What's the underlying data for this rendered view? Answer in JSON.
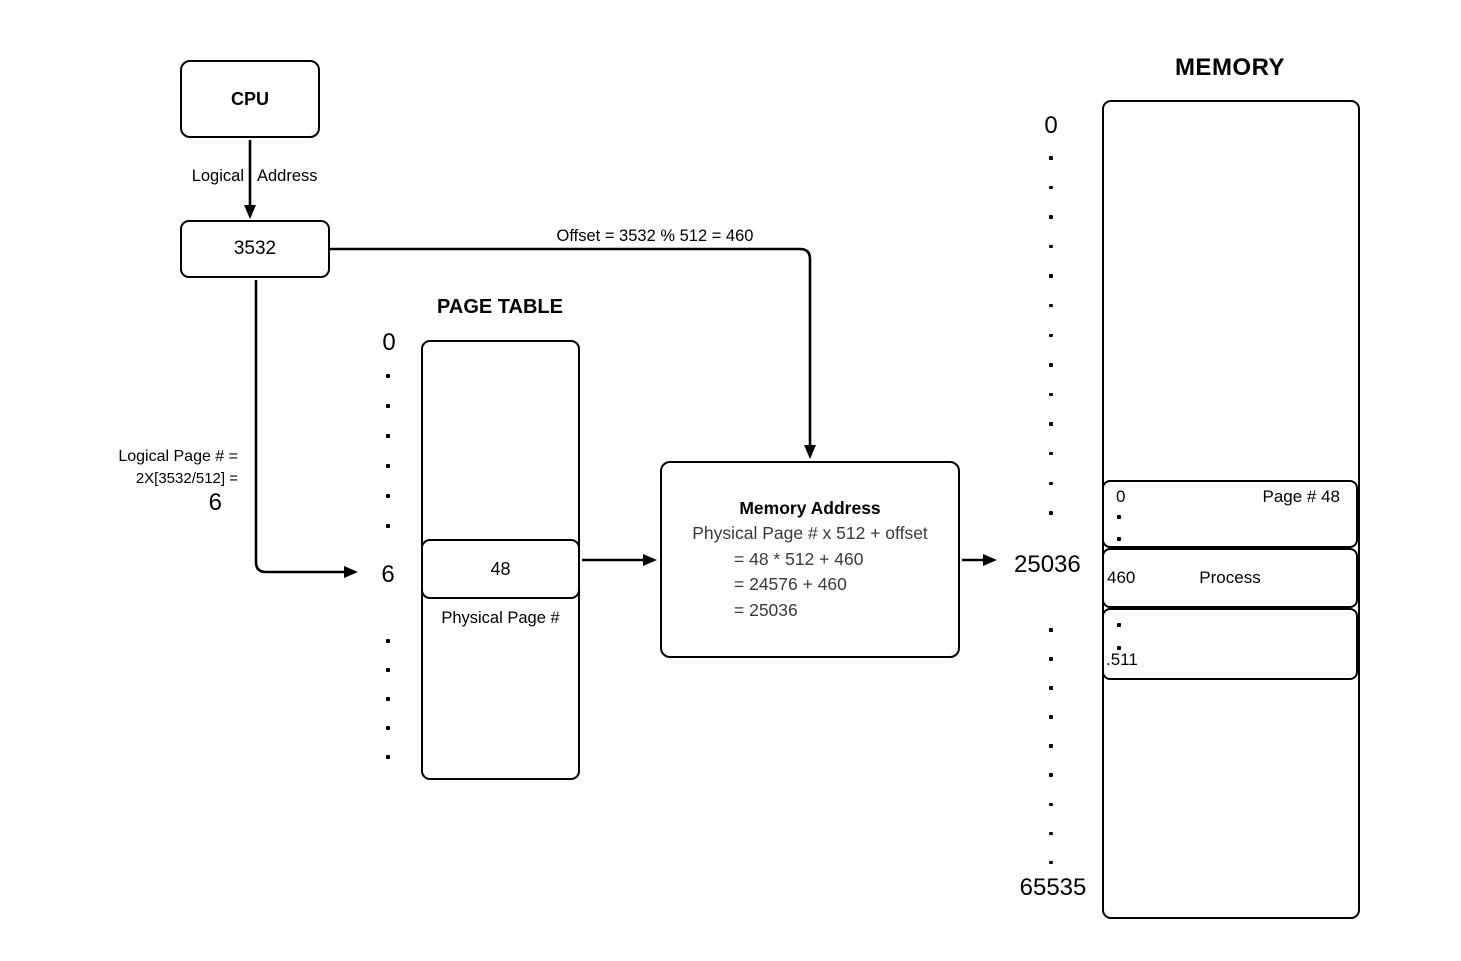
{
  "cpu": {
    "label": "CPU"
  },
  "cpu_to_address": {
    "label_left": "Logical",
    "label_right": "Address"
  },
  "logical_address": {
    "value": "3532"
  },
  "offset": {
    "label": "Offset  = 3532 % 512 = 460"
  },
  "page_table": {
    "title": "PAGE TABLE",
    "index_top": "0",
    "index_entry": "6",
    "entry_value": "48",
    "caption": "Physical Page #"
  },
  "logical_page": {
    "line1": "Logical Page # =",
    "line2": "2X[3532/512] =",
    "line3": "6"
  },
  "memory_address": {
    "title": "Memory Address",
    "formula": "Physical Page # x 512 + offset",
    "step1": "= 48 * 512 + 460",
    "step2": "= 24576 + 460",
    "step3": "= 25036"
  },
  "memory": {
    "title": "MEMORY",
    "index_top": "0",
    "physical_address": "25036",
    "index_bottom": "65535",
    "page_frame": {
      "offset_top": "0",
      "label": "Page # 48",
      "offset_hit": "460",
      "content": "Process",
      "offset_bottom": ".511"
    }
  },
  "colors": {
    "line": "#000000",
    "formula_text": "#3a3a3a",
    "background": "#ffffff"
  }
}
